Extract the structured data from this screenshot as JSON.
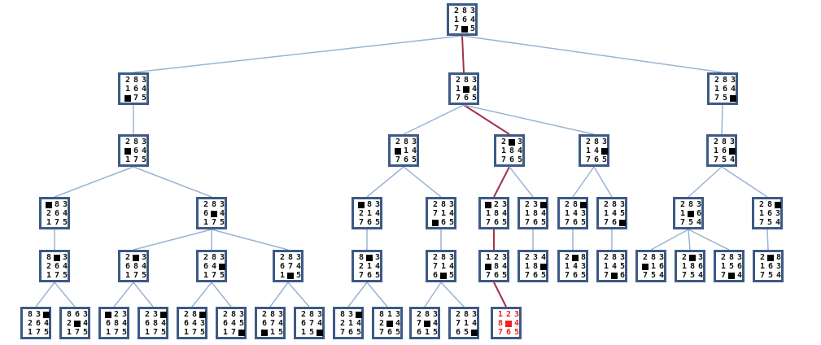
{
  "colors": {
    "edge": "#9ab4d4",
    "solution_edge": "#a3314a",
    "node_border": "#3d5a86",
    "goal_text": "#ee2222"
  },
  "blank_symbol": "blank-square",
  "nodes": [
    {
      "id": "n0",
      "state": "2831647 5"
    },
    {
      "id": "n1",
      "state": "283164 75"
    },
    {
      "id": "n2",
      "state": "2831 4765"
    },
    {
      "id": "n3",
      "state": "28316475 "
    },
    {
      "id": "n4",
      "state": "283 64175"
    },
    {
      "id": "n5",
      "state": "283 14765"
    },
    {
      "id": "n6",
      "state": "2 3184765"
    },
    {
      "id": "n7",
      "state": "28314 765"
    },
    {
      "id": "n8",
      "state": "28316 754"
    },
    {
      "id": "n9",
      "state": " 83264175"
    },
    {
      "id": "n10",
      "state": "2836 4175"
    },
    {
      "id": "n11",
      "state": " 83214765"
    },
    {
      "id": "n12",
      "state": "283714 65"
    },
    {
      "id": "n13",
      "state": " 23184765"
    },
    {
      "id": "n14",
      "state": "23 184765"
    },
    {
      "id": "n15",
      "state": "28 143765"
    },
    {
      "id": "n16",
      "state": "28314576 "
    },
    {
      "id": "n17",
      "state": "2831 6754"
    },
    {
      "id": "n18",
      "state": "28 163754"
    },
    {
      "id": "n19",
      "state": "8 3264175"
    },
    {
      "id": "n20",
      "state": "2 3684175"
    },
    {
      "id": "n21",
      "state": "28364 175"
    },
    {
      "id": "n22",
      "state": "2836741 5"
    },
    {
      "id": "n23",
      "state": "8 3214765"
    },
    {
      "id": "n24",
      "state": "2837146 5"
    },
    {
      "id": "n25",
      "state": "123 84765"
    },
    {
      "id": "n26",
      "state": "23418 765"
    },
    {
      "id": "n27",
      "state": "2 8143765"
    },
    {
      "id": "n28",
      "state": "2831457 6"
    },
    {
      "id": "n29",
      "state": "283 16754"
    },
    {
      "id": "n30",
      "state": "2 3186754"
    },
    {
      "id": "n31",
      "state": "2831567 4"
    },
    {
      "id": "n32",
      "state": "2 8163754"
    },
    {
      "id": "n33",
      "state": "83 264175"
    },
    {
      "id": "n34",
      "state": "8632 4175"
    },
    {
      "id": "n35",
      "state": " 23684175"
    },
    {
      "id": "n36",
      "state": "23 684175"
    },
    {
      "id": "n37",
      "state": "28 643175"
    },
    {
      "id": "n38",
      "state": "28364517 "
    },
    {
      "id": "n39",
      "state": "283674 15"
    },
    {
      "id": "n40",
      "state": "28367415 "
    },
    {
      "id": "n41",
      "state": "83 214765"
    },
    {
      "id": "n42",
      "state": "8132 4765"
    },
    {
      "id": "n43",
      "state": "2837 4615"
    },
    {
      "id": "n44",
      "state": "28371465 "
    },
    {
      "id": "n45",
      "state": "1238 4765",
      "goal": true
    }
  ],
  "edges": [
    [
      "n0",
      "n1"
    ],
    [
      "n0",
      "n2",
      true
    ],
    [
      "n0",
      "n3"
    ],
    [
      "n1",
      "n4"
    ],
    [
      "n2",
      "n5"
    ],
    [
      "n2",
      "n6",
      true
    ],
    [
      "n2",
      "n7"
    ],
    [
      "n3",
      "n8"
    ],
    [
      "n4",
      "n9"
    ],
    [
      "n4",
      "n10"
    ],
    [
      "n5",
      "n11"
    ],
    [
      "n5",
      "n12"
    ],
    [
      "n6",
      "n13",
      true
    ],
    [
      "n6",
      "n14"
    ],
    [
      "n7",
      "n15"
    ],
    [
      "n7",
      "n16"
    ],
    [
      "n8",
      "n17"
    ],
    [
      "n8",
      "n18"
    ],
    [
      "n9",
      "n19"
    ],
    [
      "n10",
      "n20"
    ],
    [
      "n10",
      "n21"
    ],
    [
      "n10",
      "n22"
    ],
    [
      "n11",
      "n23"
    ],
    [
      "n12",
      "n24"
    ],
    [
      "n13",
      "n25",
      true
    ],
    [
      "n14",
      "n26"
    ],
    [
      "n15",
      "n27"
    ],
    [
      "n16",
      "n28"
    ],
    [
      "n17",
      "n29"
    ],
    [
      "n17",
      "n30"
    ],
    [
      "n17",
      "n31"
    ],
    [
      "n18",
      "n32"
    ],
    [
      "n19",
      "n33"
    ],
    [
      "n19",
      "n34"
    ],
    [
      "n20",
      "n35"
    ],
    [
      "n20",
      "n36"
    ],
    [
      "n21",
      "n37"
    ],
    [
      "n21",
      "n38"
    ],
    [
      "n22",
      "n39"
    ],
    [
      "n22",
      "n40"
    ],
    [
      "n23",
      "n41"
    ],
    [
      "n23",
      "n42"
    ],
    [
      "n24",
      "n43"
    ],
    [
      "n24",
      "n44"
    ],
    [
      "n25",
      "n45",
      true
    ]
  ]
}
